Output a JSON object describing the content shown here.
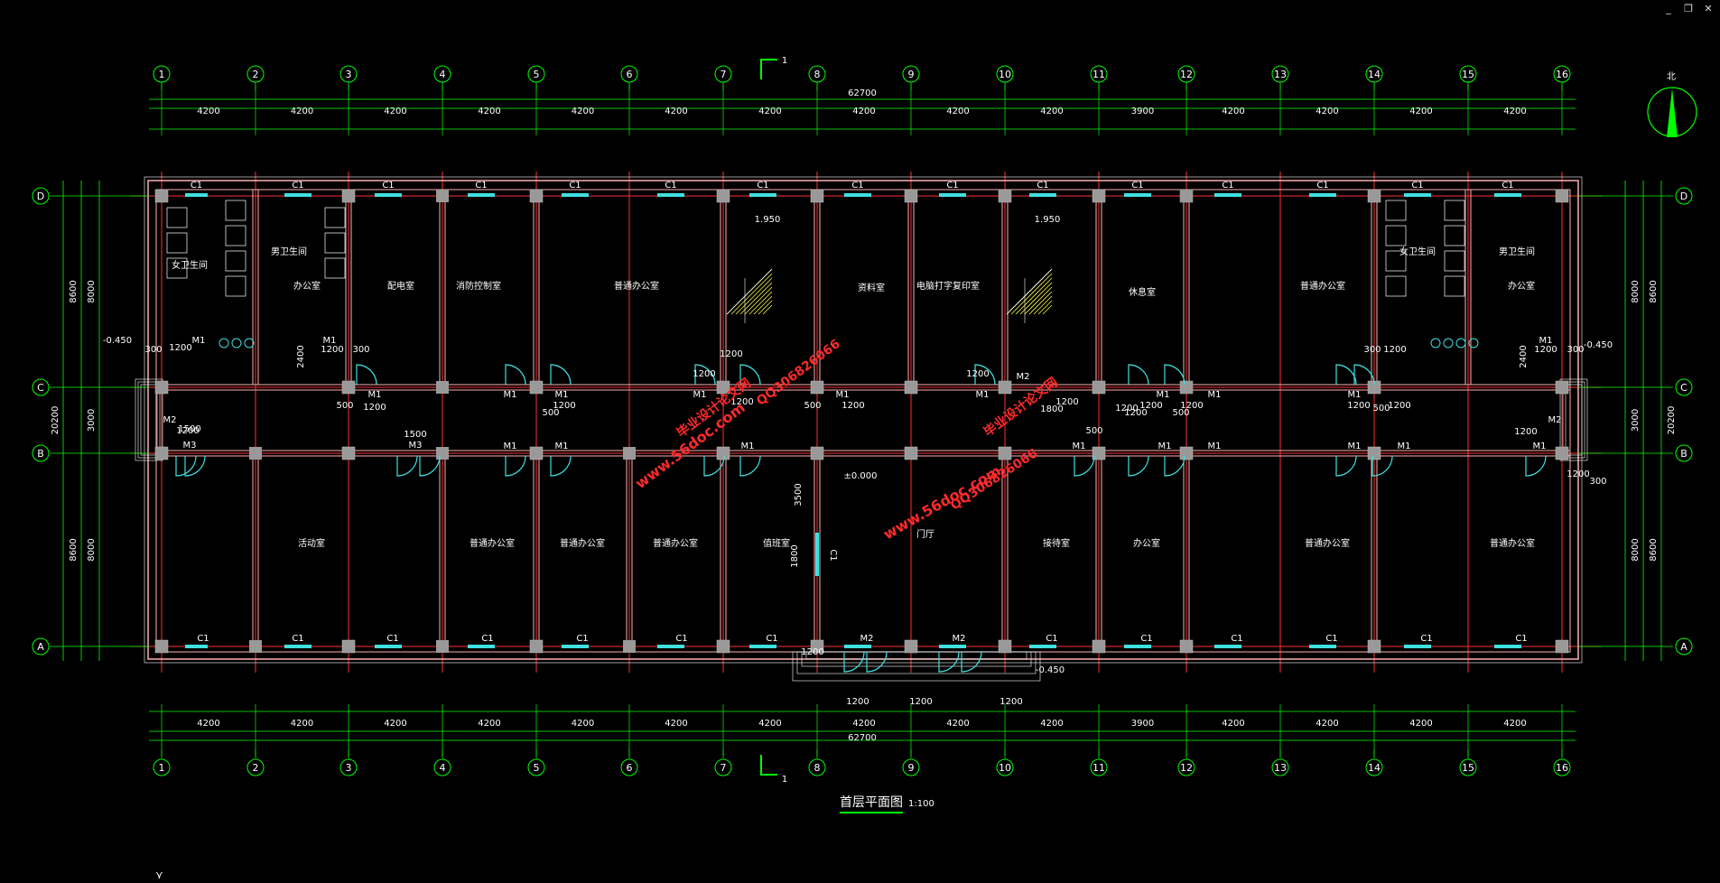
{
  "window_controls": [
    "_",
    "❐",
    "✕"
  ],
  "grid_x": {
    "labels": [
      "1",
      "2",
      "3",
      "4",
      "5",
      "6",
      "7",
      "8",
      "9",
      "10",
      "11",
      "12",
      "13",
      "14",
      "15",
      "16"
    ],
    "spacings_top": [
      "4200",
      "4200",
      "4200",
      "4200",
      "4200",
      "4200",
      "4200",
      "4200",
      "4200",
      "4200",
      "3900",
      "4200",
      "4200",
      "4200",
      "4200"
    ],
    "spacings_bottom": [
      "4200",
      "4200",
      "4200",
      "4200",
      "4200",
      "4200",
      "4200",
      "4200",
      "4200",
      "4200",
      "3900",
      "4200",
      "4200",
      "4200",
      "4200"
    ],
    "total": "62700"
  },
  "grid_y": {
    "labels": [
      "D",
      "C",
      "B",
      "A"
    ],
    "dims_left": [
      "8000",
      "3000",
      "8000"
    ],
    "dims_left_outer": [
      "8600",
      "20200",
      "8600"
    ],
    "dims_right": [
      "8000",
      "3000",
      "8000"
    ],
    "dims_right_outer": [
      "8600",
      "20200",
      "8600"
    ]
  },
  "rooms": [
    {
      "name": "女卫生间"
    },
    {
      "name": "男卫生间"
    },
    {
      "name": "办公室"
    },
    {
      "name": "配电室"
    },
    {
      "name": "消防控制室"
    },
    {
      "name": "普通办公室"
    },
    {
      "name": "资料室"
    },
    {
      "name": "电脑打字复印室"
    },
    {
      "name": "休息室"
    },
    {
      "name": "普通办公室"
    },
    {
      "name": "女卫生间"
    },
    {
      "name": "男卫生间"
    },
    {
      "name": "办公室"
    },
    {
      "name": "活动室"
    },
    {
      "name": "普通办公室"
    },
    {
      "name": "普通办公室"
    },
    {
      "name": "普通办公室"
    },
    {
      "name": "值班室"
    },
    {
      "name": "门厅"
    },
    {
      "name": "接待室"
    },
    {
      "name": "办公室"
    },
    {
      "name": "普通办公室"
    },
    {
      "name": "普通办公室"
    }
  ],
  "labels": {
    "window": "C1",
    "door_m1": "M1",
    "door_m2": "M2",
    "door_m3": "M3",
    "elev_stair": "1.950",
    "elev_floor": "±0.000",
    "elev_out": "-0.450",
    "dim_1200": "1200",
    "dim_500": "500",
    "dim_300": "300",
    "dim_1500": "1500",
    "dim_1800": "1800",
    "dim_2400": "2400",
    "dim_3500": "3500",
    "section": "1"
  },
  "title": {
    "text": "首层平面图",
    "scale": "1:100"
  },
  "north": "北",
  "watermarks": {
    "url": "www.56doc.com",
    "qq": "QQ306826066",
    "brand": "毕业设计论文网"
  }
}
